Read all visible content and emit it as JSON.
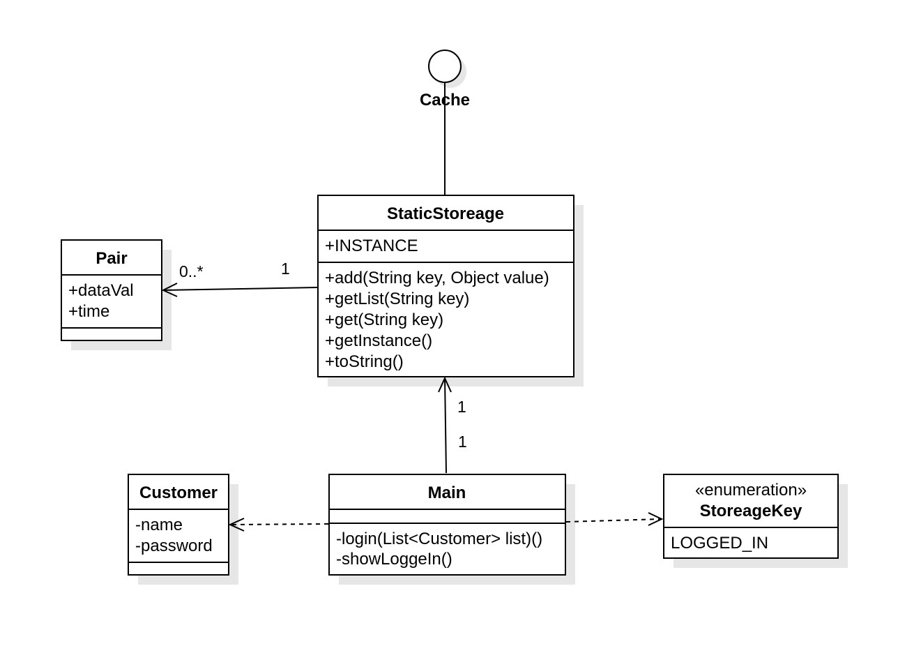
{
  "interface": {
    "name": "Cache"
  },
  "classes": {
    "static_storeage": {
      "name": "StaticStoreage",
      "attributes": [
        "+INSTANCE"
      ],
      "methods": [
        "+add(String key, Object value)",
        "+getList(String key)",
        "+get(String key)",
        "+getInstance()",
        "+toString()"
      ]
    },
    "pair": {
      "name": "Pair",
      "attributes": [
        "+dataVal",
        "+time"
      ],
      "methods": []
    },
    "customer": {
      "name": "Customer",
      "attributes": [
        "-name",
        "-password"
      ],
      "methods": []
    },
    "main": {
      "name": "Main",
      "attributes": [],
      "methods": [
        "-login(List<Customer> list)()",
        "-showLoggeIn()"
      ]
    },
    "storeage_key": {
      "stereotype": "«enumeration»",
      "name": "StoreageKey",
      "literals": [
        "LOGGED_IN"
      ]
    }
  },
  "associations": {
    "storeage_to_pair": {
      "source_multiplicity": "1",
      "target_multiplicity": "0..*"
    },
    "main_to_storeage": {
      "source_multiplicity": "1",
      "target_multiplicity": "1"
    }
  }
}
